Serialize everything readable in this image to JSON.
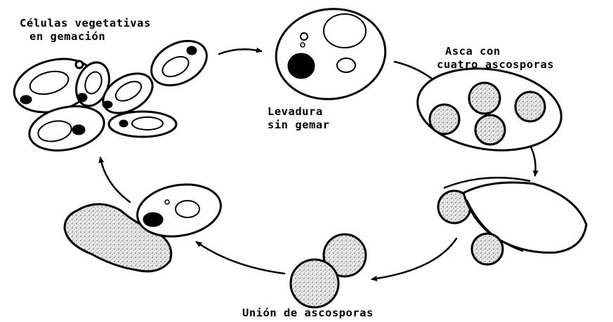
{
  "labels": {
    "budding": [
      "Células vegetativas",
      "en gemación"
    ],
    "unbudded": [
      "Levadura",
      "sin gemar"
    ],
    "ascus": [
      "Asca con",
      "cuatro ascosporas"
    ],
    "union": "Unión de ascosporas"
  },
  "colors": {
    "ink": "#000000",
    "paper": "#ffffff",
    "stipple": "#ebebeb"
  }
}
